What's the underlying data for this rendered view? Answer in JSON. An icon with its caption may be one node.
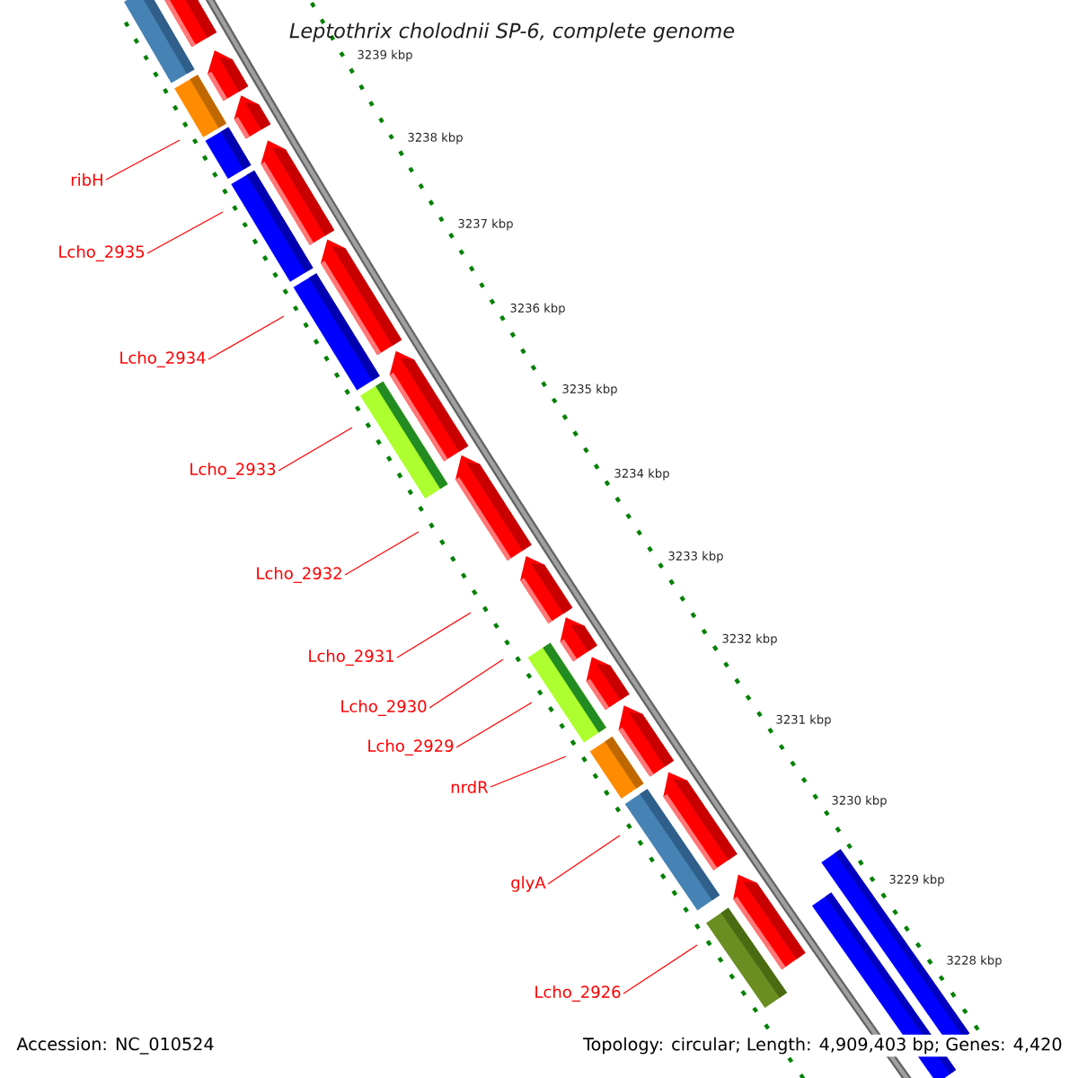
{
  "diagram": {
    "title": "*Leptothrix cholodnii* SP-6, complete genome",
    "nodes": [
      {
        "text": [
          "ribH"
        ]
      },
      {
        "text": [
          "Lcho_2935"
        ]
      },
      {
        "text": [
          "Lcho_2934"
        ]
      },
      {
        "text": [
          "Lcho_2933"
        ]
      },
      {
        "text": [
          "Lcho_2932"
        ]
      },
      {
        "text": [
          "Lcho_2931"
        ]
      },
      {
        "text": [
          "Lcho_2930"
        ]
      },
      {
        "text": [
          "Lcho_2929"
        ]
      },
      {
        "text": [
          "nrdR"
        ]
      },
      {
        "text": [
          "glyA"
        ]
      },
      {
        "text": [
          "Lcho_2926"
        ]
      }
    ],
    "edges": [
      {
        "from": 0,
        "to": null,
        "arrow": "none"
      },
      {
        "from": 1,
        "to": null,
        "arrow": "none"
      },
      {
        "from": 2,
        "to": null,
        "arrow": "none"
      },
      {
        "from": 3,
        "to": null,
        "arrow": "none"
      },
      {
        "from": 4,
        "to": null,
        "arrow": "none"
      },
      {
        "from": 5,
        "to": null,
        "arrow": "none"
      },
      {
        "from": 6,
        "to": null,
        "arrow": "none"
      },
      {
        "from": 7,
        "to": null,
        "arrow": "none"
      },
      {
        "from": 8,
        "to": null,
        "arrow": "none"
      },
      {
        "from": 9,
        "to": null,
        "arrow": "none"
      },
      {
        "from": 10,
        "to": null,
        "arrow": "none"
      }
    ],
    "labels": [
      "3239 kbp",
      "3238 kbp",
      "3237 kbp",
      "3236 kbp",
      "3235 kbp",
      "3234 kbp",
      "3233 kbp",
      "3232 kbp",
      "3231 kbp",
      "3230 kbp",
      "3229 kbp",
      "3228 kbp",
      "Accession: NC_010524",
      "Topology: circular; Length: 4,909,403 bp; Genes: 4,420"
    ]
  }
}
